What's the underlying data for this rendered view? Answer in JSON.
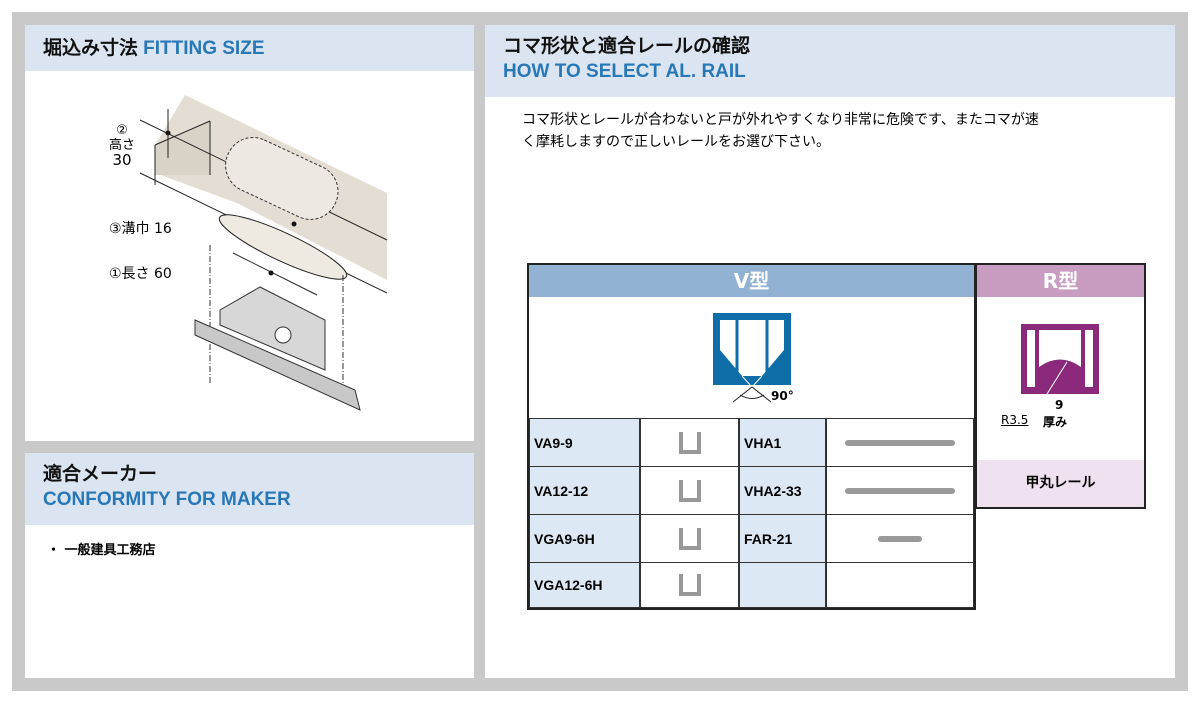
{
  "fitting": {
    "title_jp": "堀込み寸法",
    "title_en": "FITTING SIZE",
    "dim_height_num": "②",
    "dim_height_label": "高さ",
    "dim_height_value": "30",
    "dim_width": "③溝巾 16",
    "dim_length": "①長さ 60"
  },
  "maker": {
    "title_jp": "適合メーカー",
    "title_en": "CONFORMITY FOR MAKER",
    "items": [
      "・ 一般建具工務店"
    ]
  },
  "rail": {
    "title_jp": "コマ形状と適合レールの確認",
    "title_en": "HOW TO SELECT AL. RAIL",
    "description": [
      "コマ形状とレールが合わないと戸が外れやすくなり非常に危険です、またコマが速",
      "く摩耗しますので正しいレールをお選び下さい。"
    ],
    "v_type": {
      "header": "V型",
      "angle": "90°",
      "rows": [
        [
          "VA9-9",
          "VHA1"
        ],
        [
          "VA12-12",
          "VHA2-33"
        ],
        [
          "VGA9-6H",
          "FAR-21"
        ],
        [
          "VGA12-6H",
          ""
        ]
      ]
    },
    "r_type": {
      "header": "R型",
      "radius": "R3.5",
      "thickness_value": "9",
      "thickness_label": "厚み",
      "rail_name": "甲丸レール"
    }
  },
  "colors": {
    "blue_text": "#2878b8",
    "v_icon": "#0f6ea8",
    "r_icon": "#8b2a7d",
    "v_header": "#92b2d4",
    "r_header": "#c99cc2"
  }
}
